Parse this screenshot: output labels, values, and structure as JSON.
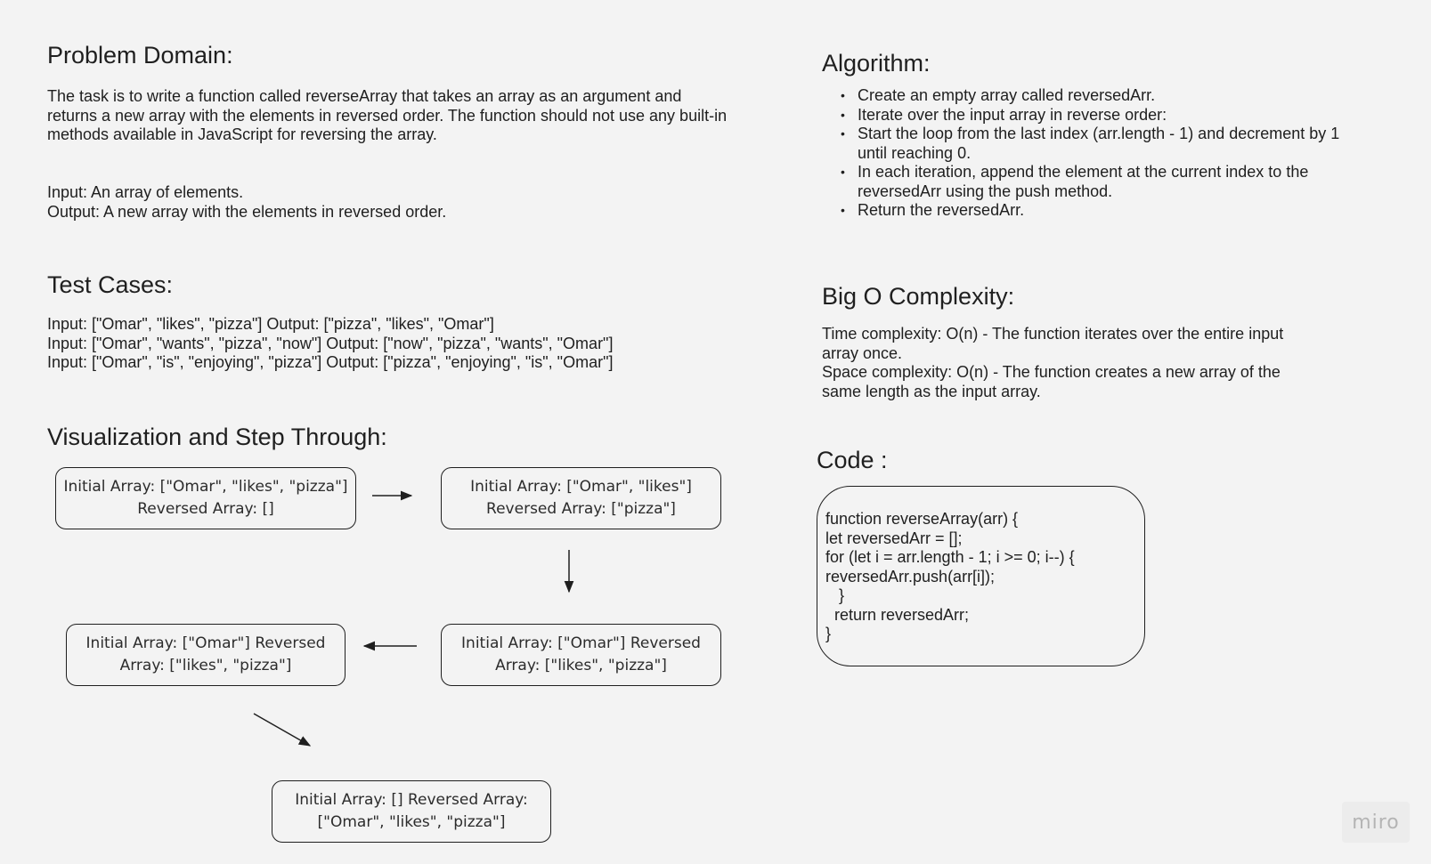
{
  "problem": {
    "heading": "Problem Domain:",
    "description_lines": [
      "The task is to write a function called reverseArray that takes an array as an argument and",
      "returns a new array with the elements in reversed order. The function should not use any built-in",
      "methods available in JavaScript for reversing the array."
    ],
    "io_lines": [
      "Input: An array of elements.",
      "Output: A new array with the elements in reversed order."
    ]
  },
  "tests": {
    "heading": "Test Cases:",
    "lines": [
      "Input: [\"Omar\", \"likes\", \"pizza\"] Output: [\"pizza\", \"likes\", \"Omar\"]",
      "Input: [\"Omar\", \"wants\", \"pizza\", \"now\"] Output: [\"now\", \"pizza\", \"wants\", \"Omar\"]",
      "Input: [\"Omar\", \"is\", \"enjoying\", \"pizza\"] Output: [\"pizza\", \"enjoying\", \"is\", \"Omar\"]"
    ]
  },
  "visualization": {
    "heading": "Visualization and Step Through:",
    "steps": [
      {
        "lines": [
          "Initial Array: [\"Omar\", \"likes\", \"pizza\"]",
          "Reversed Array: []"
        ]
      },
      {
        "lines": [
          "Initial Array: [\"Omar\", \"likes\"]",
          "Reversed Array: [\"pizza\"]"
        ]
      },
      {
        "lines": [
          "Initial Array: [\"Omar\"] Reversed",
          "Array: [\"likes\", \"pizza\"]"
        ]
      },
      {
        "lines": [
          "Initial Array: [\"Omar\"] Reversed",
          "Array: [\"likes\", \"pizza\"]"
        ]
      },
      {
        "lines": [
          "Initial Array: [] Reversed Array:",
          "[\"Omar\", \"likes\", \"pizza\"]"
        ]
      }
    ]
  },
  "algorithm": {
    "heading": "Algorithm:",
    "items": [
      {
        "lines": [
          "Create an empty array called reversedArr."
        ]
      },
      {
        "lines": [
          "Iterate over the input array in reverse order:"
        ]
      },
      {
        "lines": [
          "Start the loop from the last index (arr.length - 1) and decrement by 1",
          "until reaching 0."
        ]
      },
      {
        "lines": [
          "In each iteration, append the element at the current index to the",
          "reversedArr using the push method."
        ]
      },
      {
        "lines": [
          "Return the reversedArr."
        ]
      }
    ]
  },
  "complexity": {
    "heading": "Big O Complexity:",
    "lines": [
      "Time complexity: O(n) - The function iterates over the entire input",
      "array once.",
      "Space complexity: O(n) - The function creates a new array of the",
      "same length as the input array."
    ]
  },
  "code": {
    "heading": "Code :",
    "lines": [
      "function reverseArray(arr) {",
      "let reversedArr = [];",
      "for (let i = arr.length - 1; i >= 0; i--) {",
      "reversedArr.push(arr[i]);",
      "   }",
      "  return reversedArr;",
      "}"
    ]
  },
  "branding": {
    "logo_text": "miro"
  }
}
